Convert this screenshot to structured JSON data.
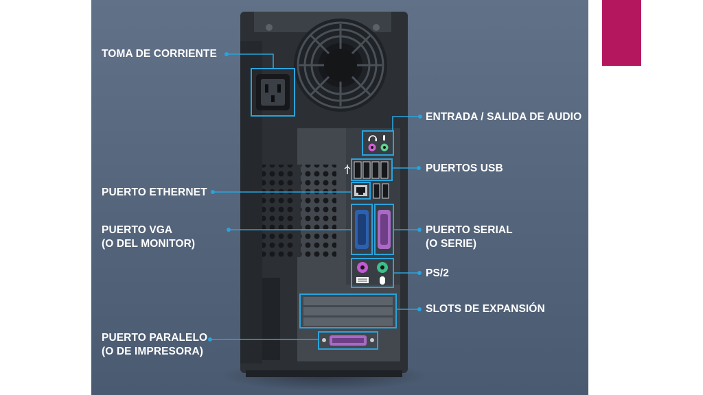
{
  "colors": {
    "panel": "#56667c",
    "accent": "#b5175f",
    "callout": "#2aa3dc",
    "case": "#2c3035"
  },
  "labels": {
    "power": "TOMA DE CORRIENTE",
    "audio": "ENTRADA / SALIDA DE AUDIO",
    "usb": "PUERTOS USB",
    "ethernet": "PUERTO ETHERNET",
    "vga_line1": "PUERTO VGA",
    "vga_line2": "(O DEL MONITOR)",
    "serial_line1": "PUERTO SERIAL",
    "serial_line2": "(O SERIE)",
    "ps2": "PS/2",
    "slots": "SLOTS DE EXPANSIÓN",
    "parallel_line1": "PUERTO PARALELO",
    "parallel_line2": "(O  DE IMPRESORA)"
  },
  "icons": [
    "fan-icon",
    "power-socket-icon",
    "headphone-icon",
    "microphone-icon",
    "usb-icon",
    "ethernet-icon",
    "vga-icon",
    "serial-icon",
    "mouse-icon",
    "keyboard-icon",
    "parallel-port-icon"
  ]
}
